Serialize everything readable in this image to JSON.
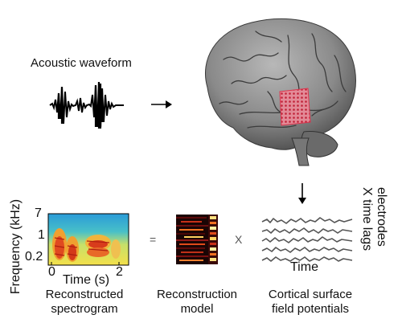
{
  "labels": {
    "acoustic_waveform": "Acoustic waveform",
    "reconstructed": [
      "Reconstructed",
      "spectrogram"
    ],
    "reconstruction_model": [
      "Reconstruction",
      "model"
    ],
    "cortical": [
      "Cortical surface",
      "field potentials"
    ],
    "time": "Time",
    "electrodes": [
      "electrodes",
      "X time lags"
    ]
  },
  "operators": {
    "equals": "=",
    "times": "X"
  },
  "spectrogram_axes": {
    "ylabel": "Frequency (kHz)",
    "yticks": [
      "7",
      "1",
      "0.2"
    ],
    "xlabel": "Time (s)",
    "xticks": [
      "0",
      "2"
    ]
  },
  "colors": {
    "grid": "#e0304a",
    "brain": "#8a8a8a",
    "trace": "#555555"
  },
  "icons": [
    "right-arrow-icon",
    "down-arrow-icon"
  ]
}
